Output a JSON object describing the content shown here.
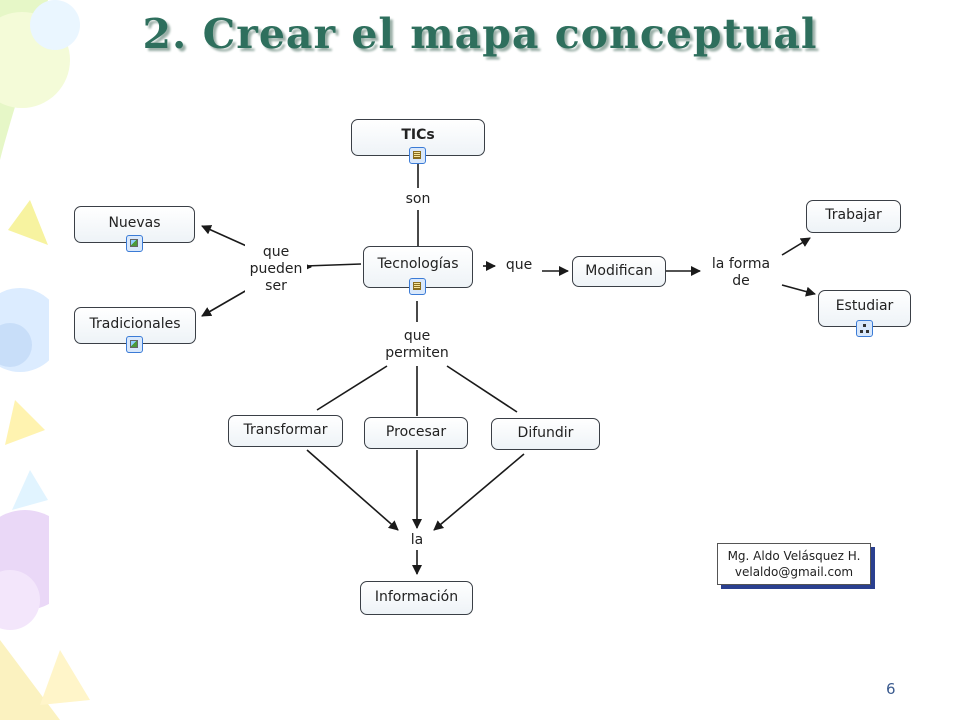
{
  "slide": {
    "title": "2. Crear el mapa conceptual",
    "page_number": "6"
  },
  "concept_map": {
    "nodes": {
      "tics": "TICs",
      "tecnologias": "Tecnologías",
      "nuevas": "Nuevas",
      "tradicionales": "Tradicionales",
      "modifican": "Modifican",
      "trabajar": "Trabajar",
      "estudiar": "Estudiar",
      "transformar": "Transformar",
      "procesar": "Procesar",
      "difundir": "Difundir",
      "informacion": "Información"
    },
    "links": {
      "son": "son",
      "que_pueden": "que\npueden\nser",
      "que": "que",
      "la_forma": "la forma\nde",
      "que_permiten": "que\npermiten",
      "la": "la"
    },
    "author": {
      "name": "Mg. Aldo Velásquez H.",
      "email": "velaldo@gmail.com"
    }
  },
  "colors": {
    "title": "#2e6f5d",
    "node_border": "#3a3f46",
    "icon_border": "#3b7bd6",
    "author_shadow": "#2a3f8f"
  },
  "icons": [
    "document-icon",
    "image-icon",
    "concept-map-icon"
  ]
}
